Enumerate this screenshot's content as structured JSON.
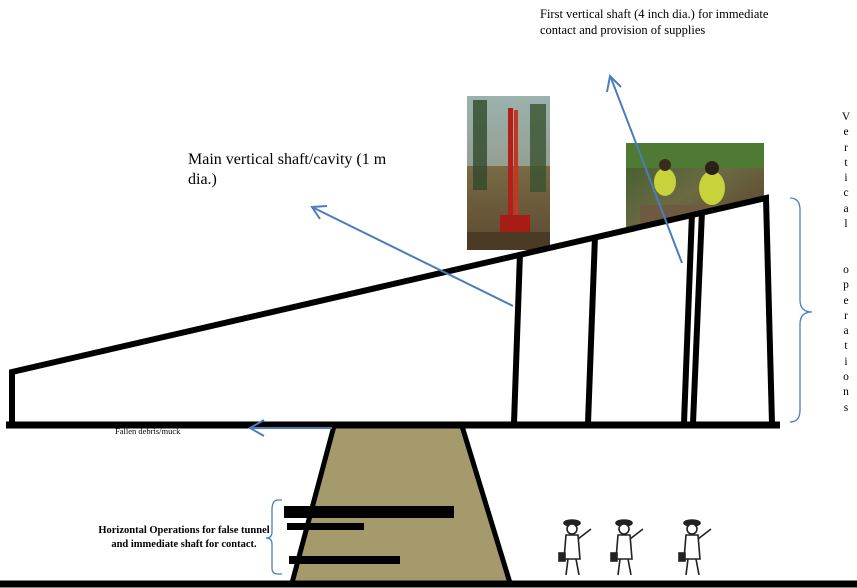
{
  "labels": {
    "first_shaft": "First vertical shaft (4 inch dia.) for immediate contact and provision of supplies",
    "main_shaft": "Main vertical shaft/cavity (1 m dia.)",
    "debris": "Fallen debris/muck",
    "horizontal": "Horizontal Operations for false tunnel and immediate shaft for contact.",
    "vertical": "Vertical  operations"
  },
  "photos": {
    "drill_rig": "photo of red drilling rig among trees",
    "workers": "photo of workers in safety vests at surface"
  },
  "figures": {
    "count": 3,
    "name": "miner-figure-icon"
  },
  "colors": {
    "mound": "#a49a6c",
    "arrow": "#4a7ebb",
    "structure": "#000000"
  }
}
